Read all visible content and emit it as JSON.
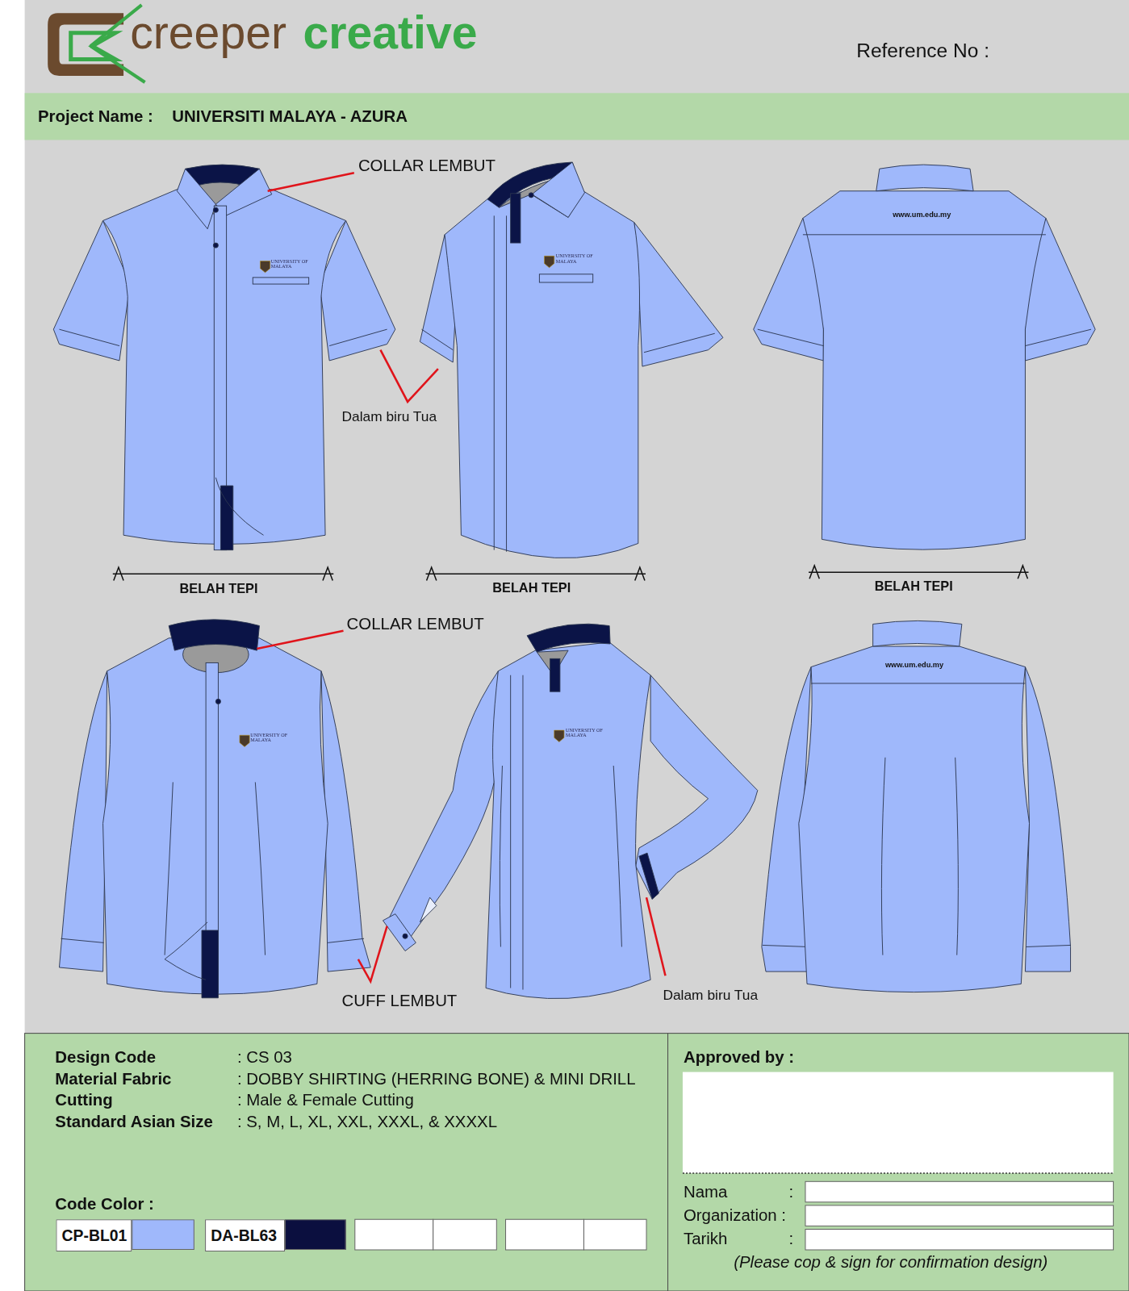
{
  "diagram": {
    "nodes": [
      {
        "text": [
          "Project Name :",
          "UNIVERSITI MALAYA - AZURA"
        ]
      },
      {
        "text": [
          "Approved by :",
          "(Please cop & sign for confirmation design)"
        ]
      }
    ],
    "labels": [
      "creeper",
      "creative",
      "Reference No :",
      "COLLAR LEMBUT",
      "Dalam biru Tua",
      "BELAH TEPI",
      "BELAH TEPI",
      "BELAH TEPI",
      "www.um.edu.my",
      "UNIVERSITY OF MALAYA",
      "UNIVERSITY OF MALAYA",
      "COLLAR LEMBUT",
      "www.um.edu.my",
      "UNIVERSITY OF MALAYA",
      "UNIVERSITY OF MALAYA",
      "CUFF LEMBUT",
      "Dalam biru Tua",
      "Design Code",
      ": CS 03",
      "Material Fabric",
      ": DOBBY SHIRTING (HERRING BONE) & MINI DRILL",
      "Cutting",
      ": Male & Female Cutting",
      "Standard Asian Size",
      ": S, M, L, XL, XXL, XXXL, & XXXXL",
      "Code Color :",
      "Nama",
      ":",
      "Organization :",
      "Tarikh",
      ":"
    ],
    "legend": [
      {
        "text": "CP-BL01",
        "color": "#9fb8fb"
      },
      {
        "text": "DA-BL63",
        "color": "#0b0f3f"
      }
    ]
  }
}
